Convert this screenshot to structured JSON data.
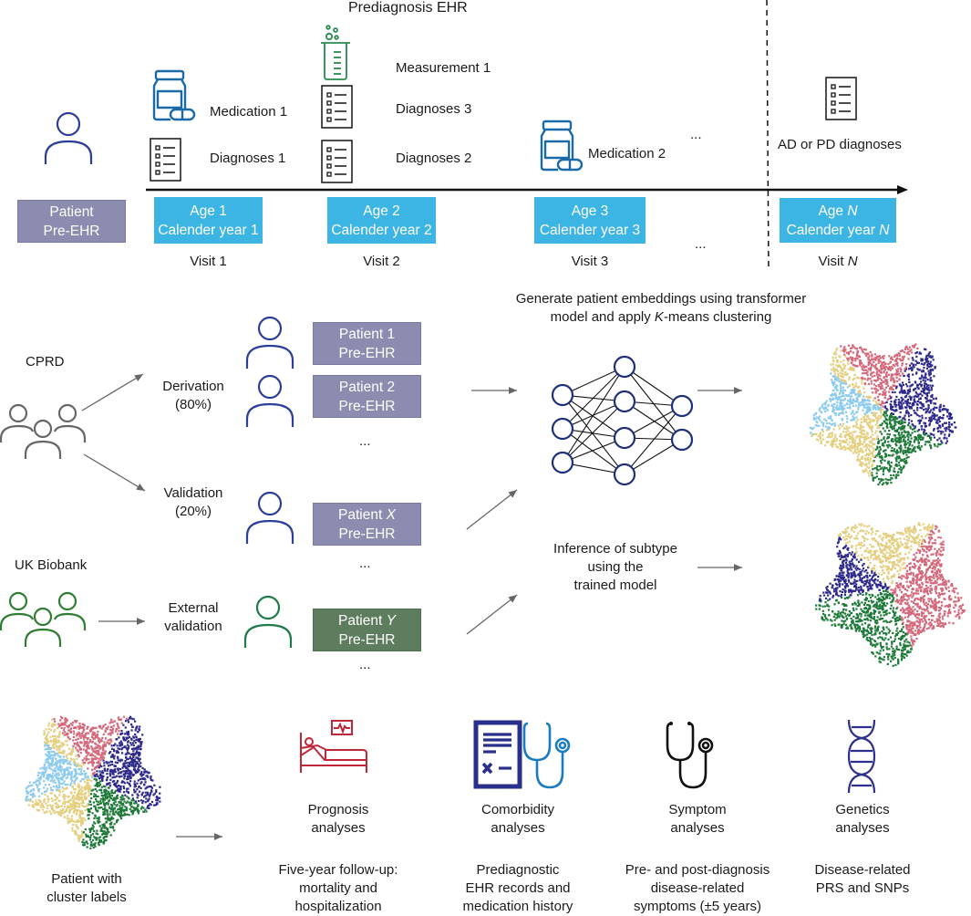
{
  "timeline": {
    "heading": "Prediagnosis EHR",
    "patient_box": {
      "line1": "Patient",
      "line2": "Pre-EHR"
    },
    "events": [
      {
        "label": "Medication 1",
        "icon": "medication-bottle-icon"
      },
      {
        "label": "Diagnoses 1",
        "icon": "diagnosis-checklist-icon"
      },
      {
        "label": "Measurement 1",
        "icon": "beaker-icon"
      },
      {
        "label": "Diagnoses 3",
        "icon": "diagnosis-checklist-icon"
      },
      {
        "label": "Diagnoses 2",
        "icon": "diagnosis-checklist-icon"
      },
      {
        "label": "Medication 2",
        "icon": "medication-bottle-icon"
      },
      {
        "label": "AD or PD diagnoses",
        "icon": "diagnosis-checklist-icon"
      }
    ],
    "ellipsis": "...",
    "visits": [
      {
        "age": "Age 1",
        "year": "Calender year 1",
        "visit": "Visit 1"
      },
      {
        "age": "Age 2",
        "year": "Calender year 2",
        "visit": "Visit 2"
      },
      {
        "age": "Age 3",
        "year": "Calender year 3",
        "visit": "Visit 3"
      },
      {
        "age_prefix": "Age ",
        "age_var": "N",
        "year_prefix": "Calender year ",
        "year_var": "N",
        "visit_prefix": "Visit ",
        "visit_var": "N"
      }
    ]
  },
  "cohorts": {
    "cprd": "CPRD",
    "ukb": "UK Biobank",
    "derivation": {
      "line1": "Derivation",
      "line2": "(80%)"
    },
    "validation": {
      "line1": "Validation",
      "line2": "(20%)"
    },
    "external": {
      "line1": "External",
      "line2": "validation"
    },
    "patients": [
      {
        "line1": "Patient 1",
        "line2": "Pre-EHR"
      },
      {
        "line1": "Patient 2",
        "line2": "Pre-EHR"
      },
      {
        "line1_prefix": "Patient ",
        "line1_var": "X",
        "line2": "Pre-EHR"
      },
      {
        "line1_prefix": "Patient ",
        "line1_var": "Y",
        "line2": "Pre-EHR"
      }
    ],
    "ellipsis": "..."
  },
  "model": {
    "caption_line1": "Generate patient embeddings using transformer",
    "caption_line2_pre": "model and apply ",
    "caption_line2_var": "K",
    "caption_line2_post": "-means clustering",
    "inference_line1": "Inference of subtype",
    "inference_line2": "using the",
    "inference_line3": "trained model"
  },
  "analyses": {
    "cluster_label_line1": "Patient with",
    "cluster_label_line2": "cluster labels",
    "items": [
      {
        "title1": "Prognosis",
        "title2": "analyses",
        "desc": [
          "Five-year follow-up:",
          "mortality and",
          "hospitalization"
        ]
      },
      {
        "title1": "Comorbidity",
        "title2": "analyses",
        "desc": [
          "Prediagnostic",
          "EHR records and",
          "medication history"
        ]
      },
      {
        "title1": "Symptom",
        "title2": "analyses",
        "desc": [
          "Pre- and post-diagnosis",
          "disease-related",
          "symptoms (±5 years)"
        ]
      },
      {
        "title1": "Genetics",
        "title2": "analyses",
        "desc": [
          "Disease-related",
          "PRS and SNPs"
        ]
      }
    ]
  },
  "colors": {
    "clusters": [
      "#8ccbee",
      "#d4687a",
      "#2e2a8c",
      "#e4cf80",
      "#1f7a3a"
    ],
    "person_blue": "#2d3e9a",
    "person_gray": "#666666",
    "person_green": "#2e7d32",
    "visit_box": "#3cb4e4",
    "patient_box": "#8c8cb0",
    "patient_box_ext": "#5e7d5e",
    "prognosis_red": "#c0283a",
    "comorbidity_navy": "#2a2f8c",
    "stethoscope_blue": "#1a7cc0",
    "dna_navy": "#2e2f8e"
  }
}
